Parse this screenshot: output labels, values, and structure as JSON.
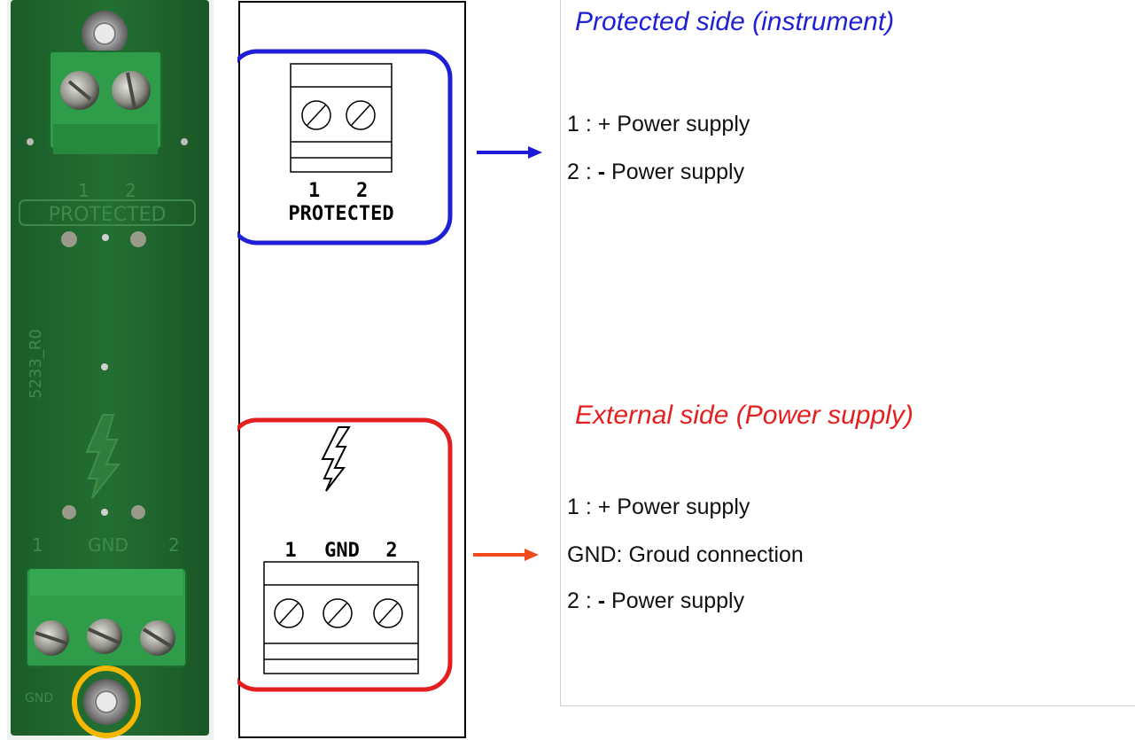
{
  "pcb": {
    "protected_numbers": [
      "1",
      "2"
    ],
    "protected_label": "PROTECTED",
    "gnd_numbers_left": "1",
    "gnd_label": "GND",
    "gnd_numbers_right": "2",
    "side_code": "5233_R0",
    "bottom_mark": "GND"
  },
  "schematic": {
    "protected_numbers": [
      "1",
      "2"
    ],
    "protected_label": "PROTECTED",
    "external_labels": [
      "1",
      "GND",
      "2"
    ]
  },
  "colors": {
    "protected": "#1f1fd6",
    "external": "#e31f1f",
    "arrow_protected": "#1a1ad8",
    "arrow_external": "#f04a1c",
    "ground_ring": "#f5b800",
    "pcb_green": "#1f6b2e",
    "terminal_green": "#2e9c48"
  },
  "protected": {
    "title": "Protected side (instrument)",
    "lines": [
      {
        "prefix": "1 : + ",
        "text": "Power supply"
      },
      {
        "prefix": "2 : ",
        "sign": "-",
        "text": " Power supply"
      }
    ]
  },
  "external": {
    "title": "External side (Power supply)",
    "lines": [
      {
        "prefix": "1 : + ",
        "text": "Power supply"
      },
      {
        "prefix": "GND: ",
        "text": "Groud connection"
      },
      {
        "prefix": "2 : ",
        "sign": "-",
        "text": " Power supply"
      }
    ]
  },
  "icons": {
    "lightning": "lightning-bolt-icon",
    "screw": "screw-terminal-icon",
    "arrow": "arrow-right-icon"
  }
}
